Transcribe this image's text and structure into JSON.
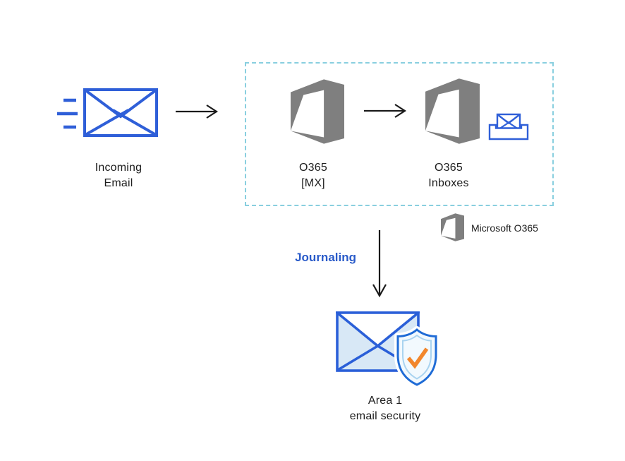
{
  "nodes": {
    "incoming_email": {
      "line1": "Incoming",
      "line2": "Email"
    },
    "o365_mx": {
      "line1": "O365",
      "line2": "[MX]"
    },
    "o365_inboxes": {
      "line1": "O365",
      "line2": "Inboxes"
    },
    "area1": {
      "line1": "Area 1",
      "line2": "email security"
    }
  },
  "labels": {
    "journaling": "Journaling",
    "legend": "Microsoft O365"
  },
  "colors": {
    "envelope_blue": "#2F5FD8",
    "dashed_border": "#89CFDF",
    "o365_gray": "#7F7F7F",
    "journaling_blue": "#2A5BC9",
    "check_orange": "#F2862C",
    "area1_envelope_fill": "#D8E8F6",
    "shield_fill": "#F2F9FE",
    "shield_inner_line": "#A9D3F0",
    "arrow_black": "#1a1a1a"
  }
}
